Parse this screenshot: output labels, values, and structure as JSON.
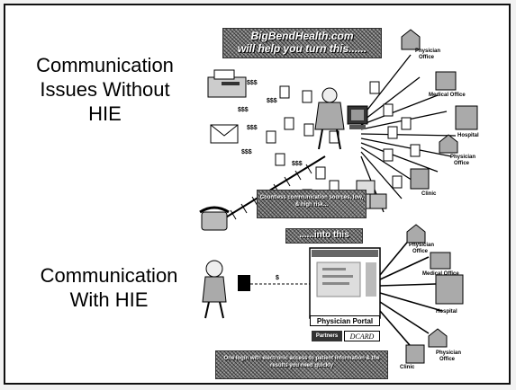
{
  "top": {
    "heading": [
      "Communication",
      "Issues Without",
      "HIE"
    ],
    "banner": [
      "BigBendHealth.com",
      "will help you turn this......"
    ],
    "caption": "Countless communication sources, low, & high risk...",
    "nodes": {
      "physician_office_1": [
        "Physician",
        "Office"
      ],
      "medical_office": "Medical Office",
      "hospital": "Hospital",
      "physician_office_2": [
        "Physician",
        "Office"
      ],
      "clinic": "Clinic"
    },
    "dollar": "$$$"
  },
  "bottom": {
    "heading": [
      "Communication",
      "With HIE"
    ],
    "banner": "......into this",
    "portal_label": "Physician Portal",
    "brand_left": "Partners",
    "brand_right": "DCARD",
    "caption": "One login with electronic access to patient information & the results you need quickly",
    "dollar": "$",
    "nodes": {
      "physician_office_1": [
        "Physician",
        "Office"
      ],
      "medical_office": "Medical Office",
      "hospital": "Hospital",
      "physician_office_2": [
        "Physician",
        "Office"
      ],
      "clinic": "Clinic"
    }
  }
}
